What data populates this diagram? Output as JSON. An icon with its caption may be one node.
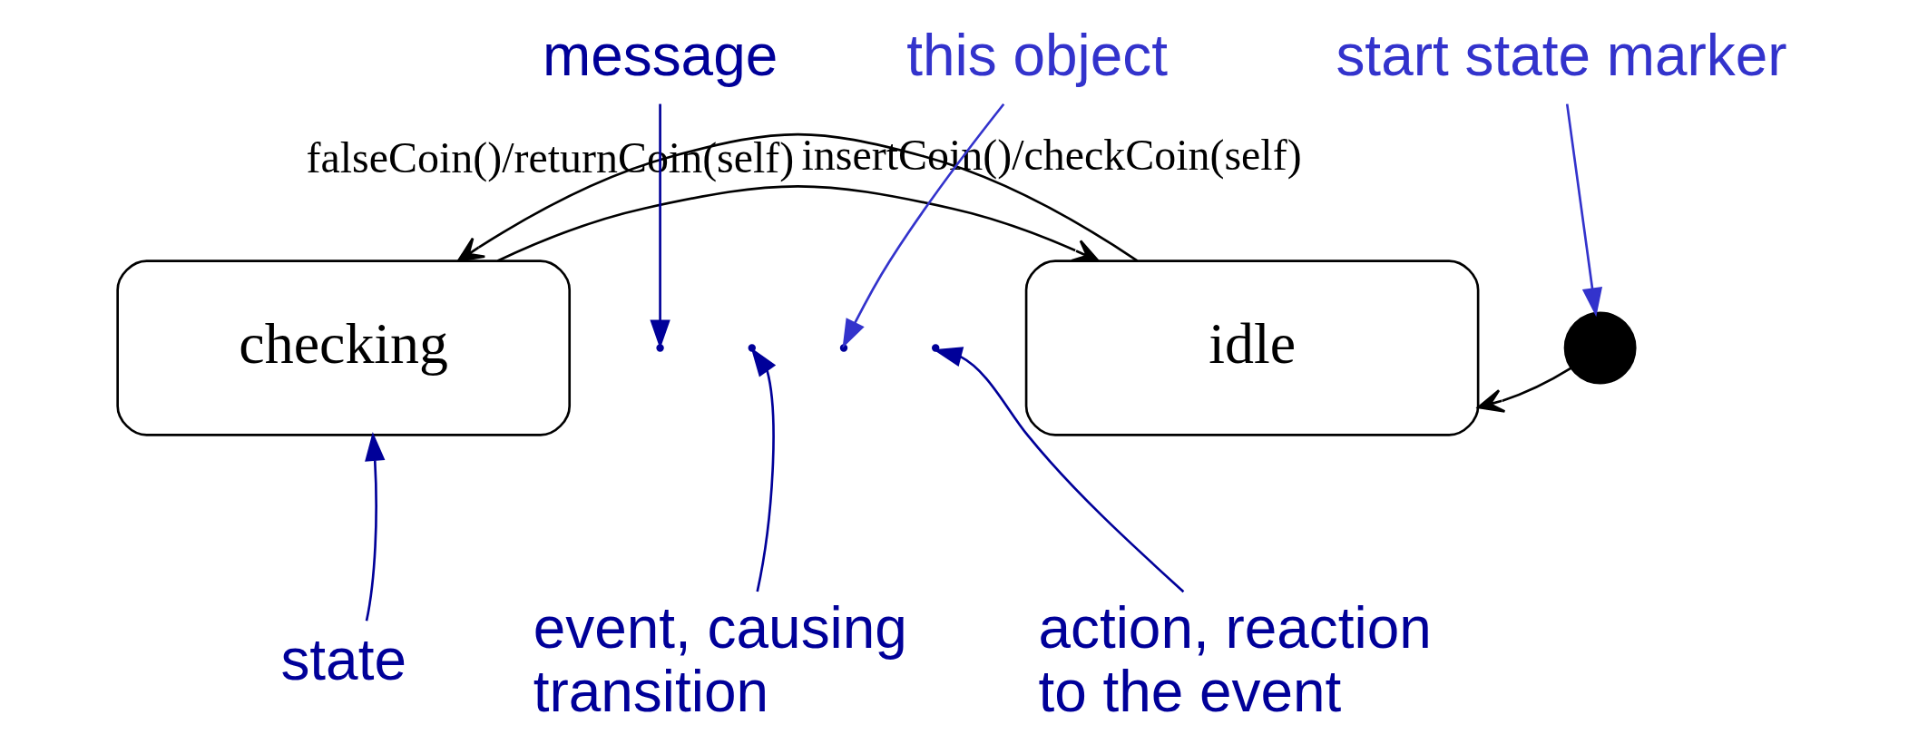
{
  "diagram": {
    "nodes": [
      {
        "text": [
          "checking"
        ]
      },
      {
        "text": [
          "idle"
        ]
      },
      {
        "text": [],
        "shape": "circle"
      },
      {
        "text": [
          "message"
        ]
      },
      {
        "text": [
          "this object"
        ]
      },
      {
        "text": [
          "start state marker"
        ]
      },
      {
        "text": [
          "state"
        ]
      },
      {
        "text": [
          "event, causing transition"
        ]
      },
      {
        "text": [
          "action, reaction to the event"
        ]
      }
    ],
    "edges": [
      {
        "from": 0,
        "to": 1,
        "arrow": "to",
        "label": "falseCoin()/returnCoin(self)",
        "color": "#000000"
      },
      {
        "from": 1,
        "to": 0,
        "arrow": "to",
        "label": "insertCoin()/checkCoin(self)",
        "color": "#000000"
      },
      {
        "from": 2,
        "to": 1,
        "arrow": "to",
        "color": "#000000"
      },
      {
        "from": 3,
        "to": null,
        "arrow": "to"
      },
      {
        "from": 4,
        "to": null,
        "arrow": "to",
        "color": "#3333cc"
      },
      {
        "from": 5,
        "to": 2,
        "arrow": "to",
        "color": "#3333cc"
      },
      {
        "from": 6,
        "to": 0,
        "arrow": "to"
      },
      {
        "from": 7,
        "to": null,
        "arrow": "to"
      },
      {
        "from": 8,
        "to": null,
        "arrow": "to"
      }
    ]
  }
}
